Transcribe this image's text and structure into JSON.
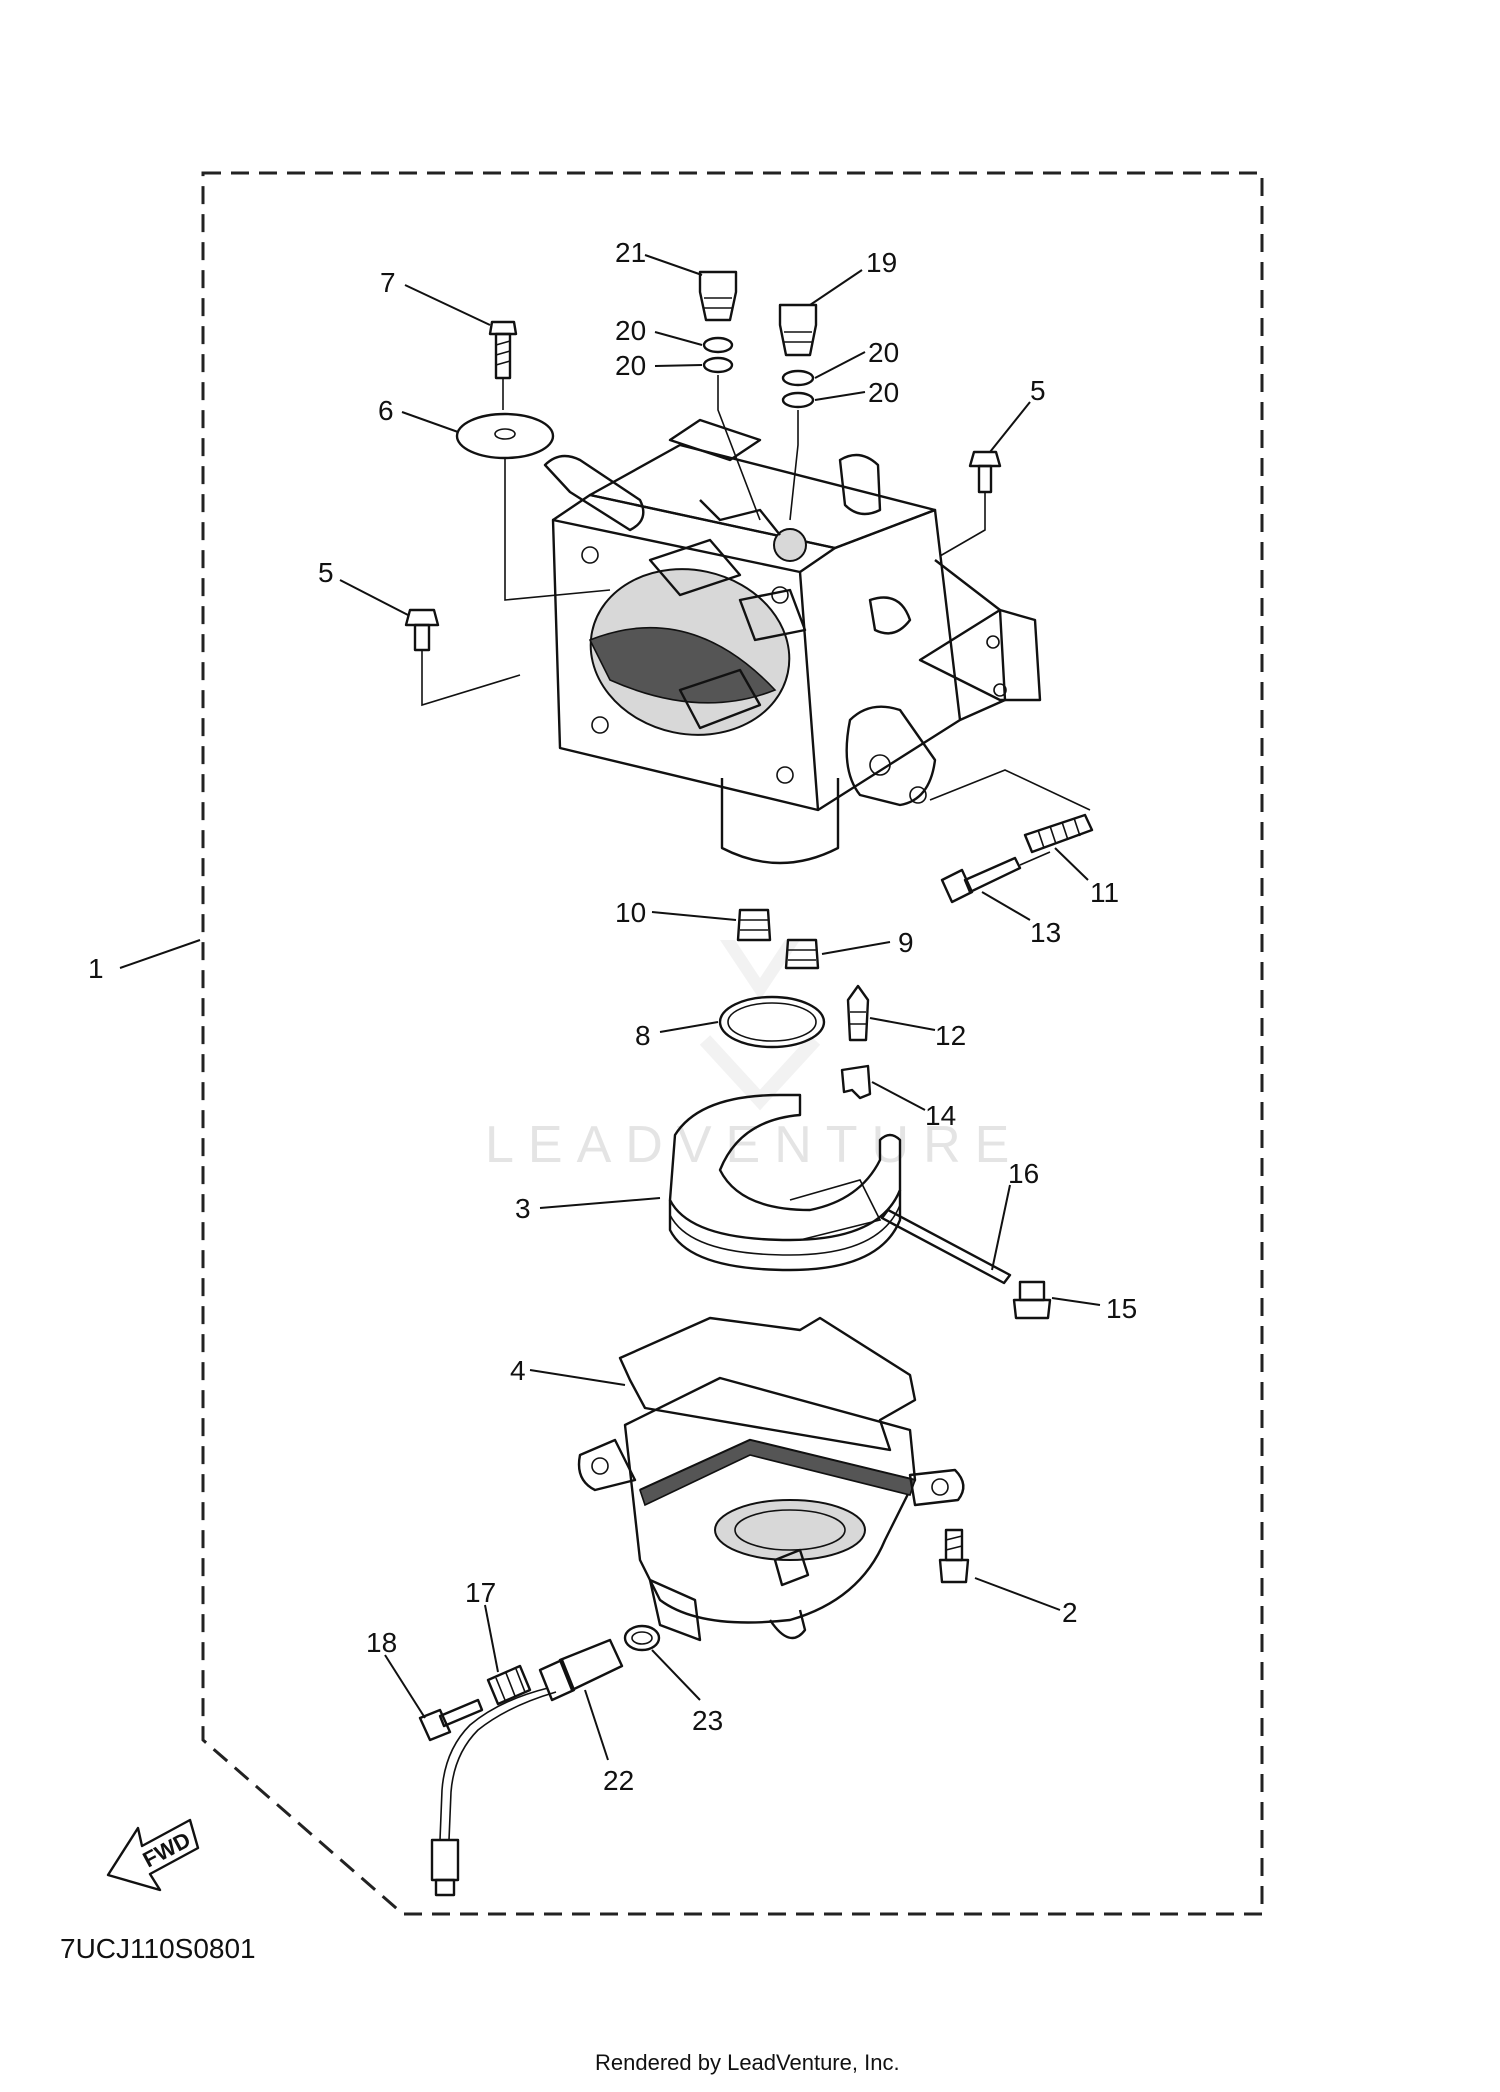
{
  "diagram_code": "7UCJ110S0801",
  "footer": "Rendered by LeadVenture, Inc.",
  "watermark": "LEADVENTURE",
  "fwd_label": "FWD",
  "callouts": {
    "c1": "1",
    "c2": "2",
    "c3": "3",
    "c4": "4",
    "c5a": "5",
    "c5b": "5",
    "c6": "6",
    "c7": "7",
    "c8": "8",
    "c9": "9",
    "c10": "10",
    "c11": "11",
    "c12": "12",
    "c13": "13",
    "c14": "14",
    "c15": "15",
    "c16": "16",
    "c17": "17",
    "c18": "18",
    "c19": "19",
    "c20a": "20",
    "c20b": "20",
    "c20c": "20",
    "c20d": "20",
    "c21": "21",
    "c22": "22",
    "c23": "23"
  }
}
